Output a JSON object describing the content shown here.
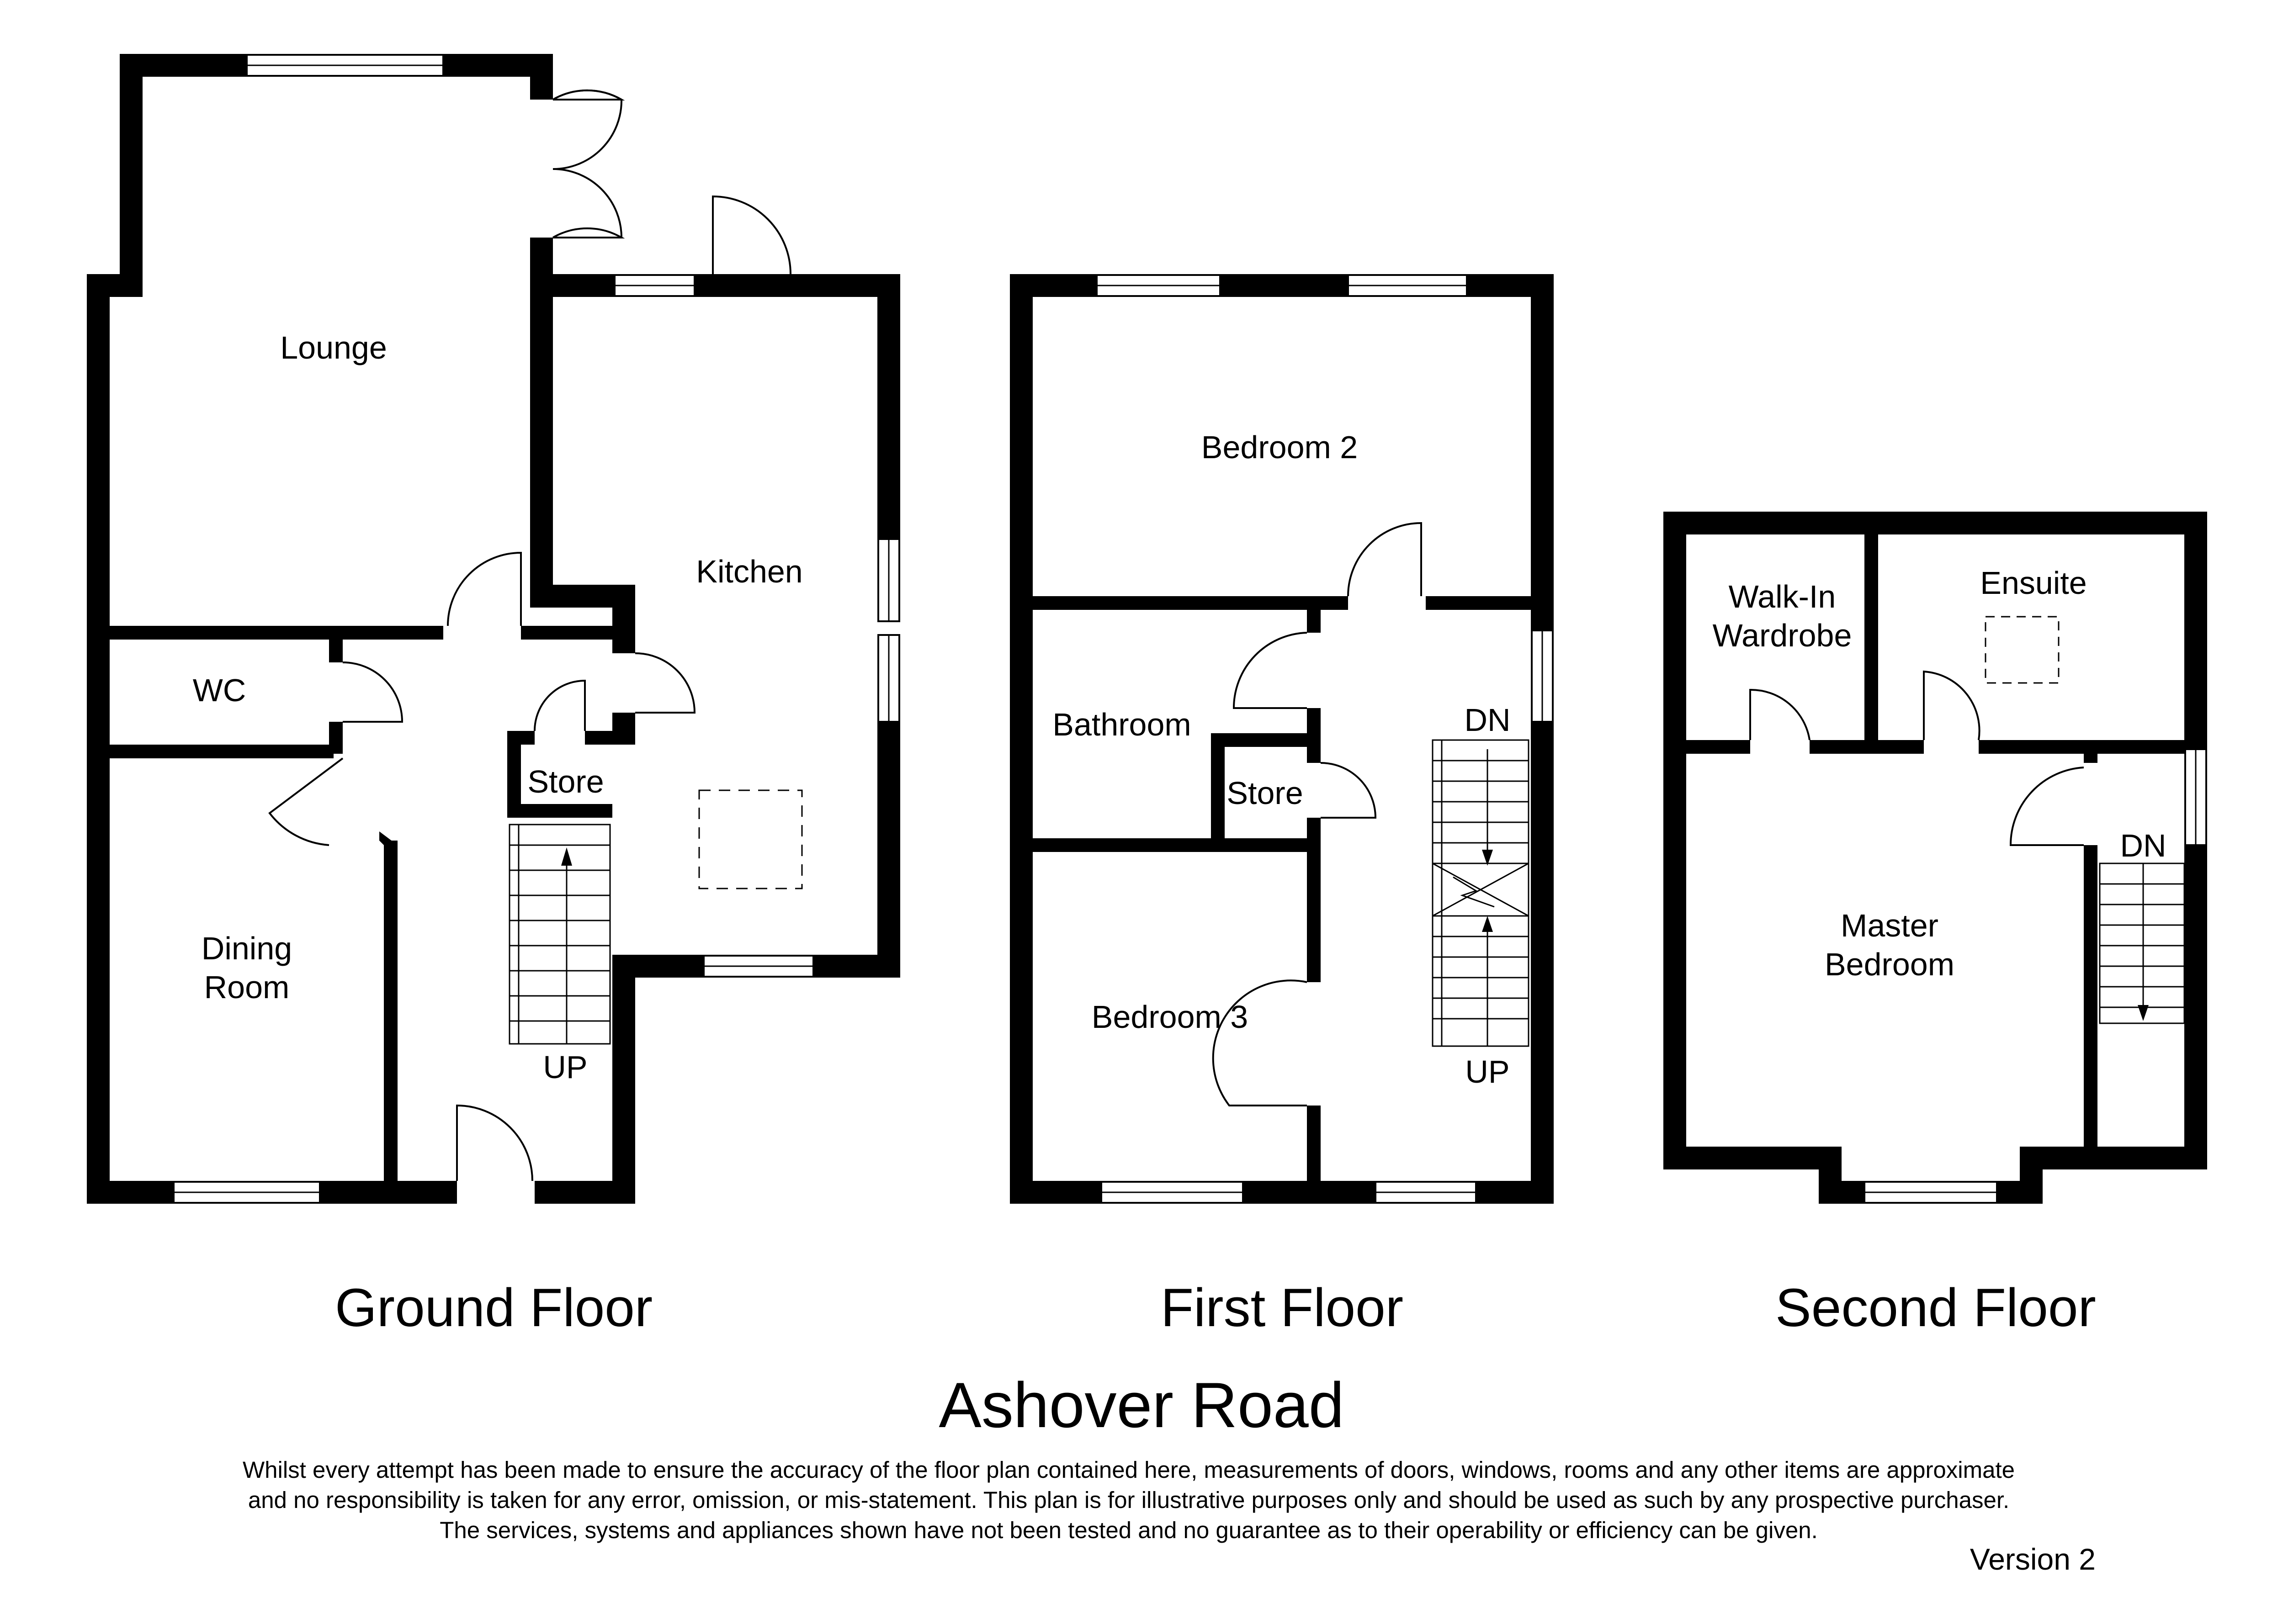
{
  "rooms": {
    "lounge": "Lounge",
    "kitchen": "Kitchen",
    "wc": "WC",
    "store_ground": "Store",
    "dining_1": "Dining",
    "dining_2": "Room",
    "up_ground": "UP",
    "bedroom2": "Bedroom 2",
    "bathroom": "Bathroom",
    "store_first": "Store",
    "dn_first": "DN",
    "bedroom3": "Bedroom 3",
    "up_first": "UP",
    "walkin_1": "Walk-In",
    "walkin_2": "Wardrobe",
    "ensuite": "Ensuite",
    "master_1": "Master",
    "master_2": "Bedroom",
    "dn_second": "DN"
  },
  "floors": {
    "ground": "Ground Floor",
    "first": "First Floor",
    "second": "Second Floor"
  },
  "title": "Ashover Road",
  "disclaimer": {
    "line1": "Whilst every attempt has been made to ensure the accuracy of the floor plan contained here, measurements of doors, windows, rooms and any other items are approximate",
    "line2": "and no responsibility is taken for any error, omission, or mis-statement. This plan is for illustrative purposes only and should be used as such by any prospective purchaser.",
    "line3": "The services, systems and appliances shown have not been tested and no guarantee as to their operability or efficiency can be given."
  },
  "version": "Version 2"
}
